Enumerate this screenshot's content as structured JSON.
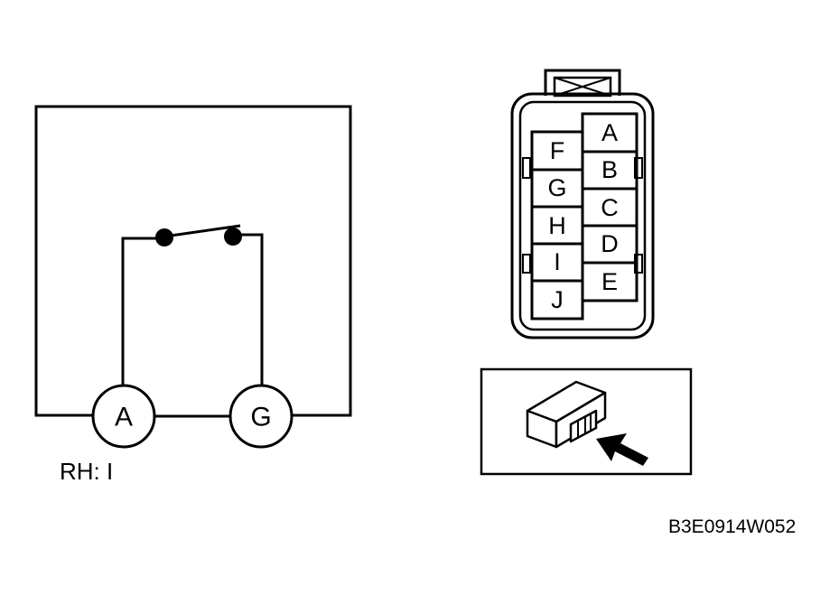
{
  "circuit": {
    "terminal_a": "A",
    "terminal_g": "G",
    "note": "RH: I"
  },
  "connector": {
    "pins_right": [
      "A",
      "B",
      "C",
      "D",
      "E"
    ],
    "pins_left": [
      "F",
      "G",
      "H",
      "I",
      "J"
    ]
  },
  "reference_code": "B3E0914W052",
  "colors": {
    "line": "#000000",
    "background": "#ffffff"
  }
}
